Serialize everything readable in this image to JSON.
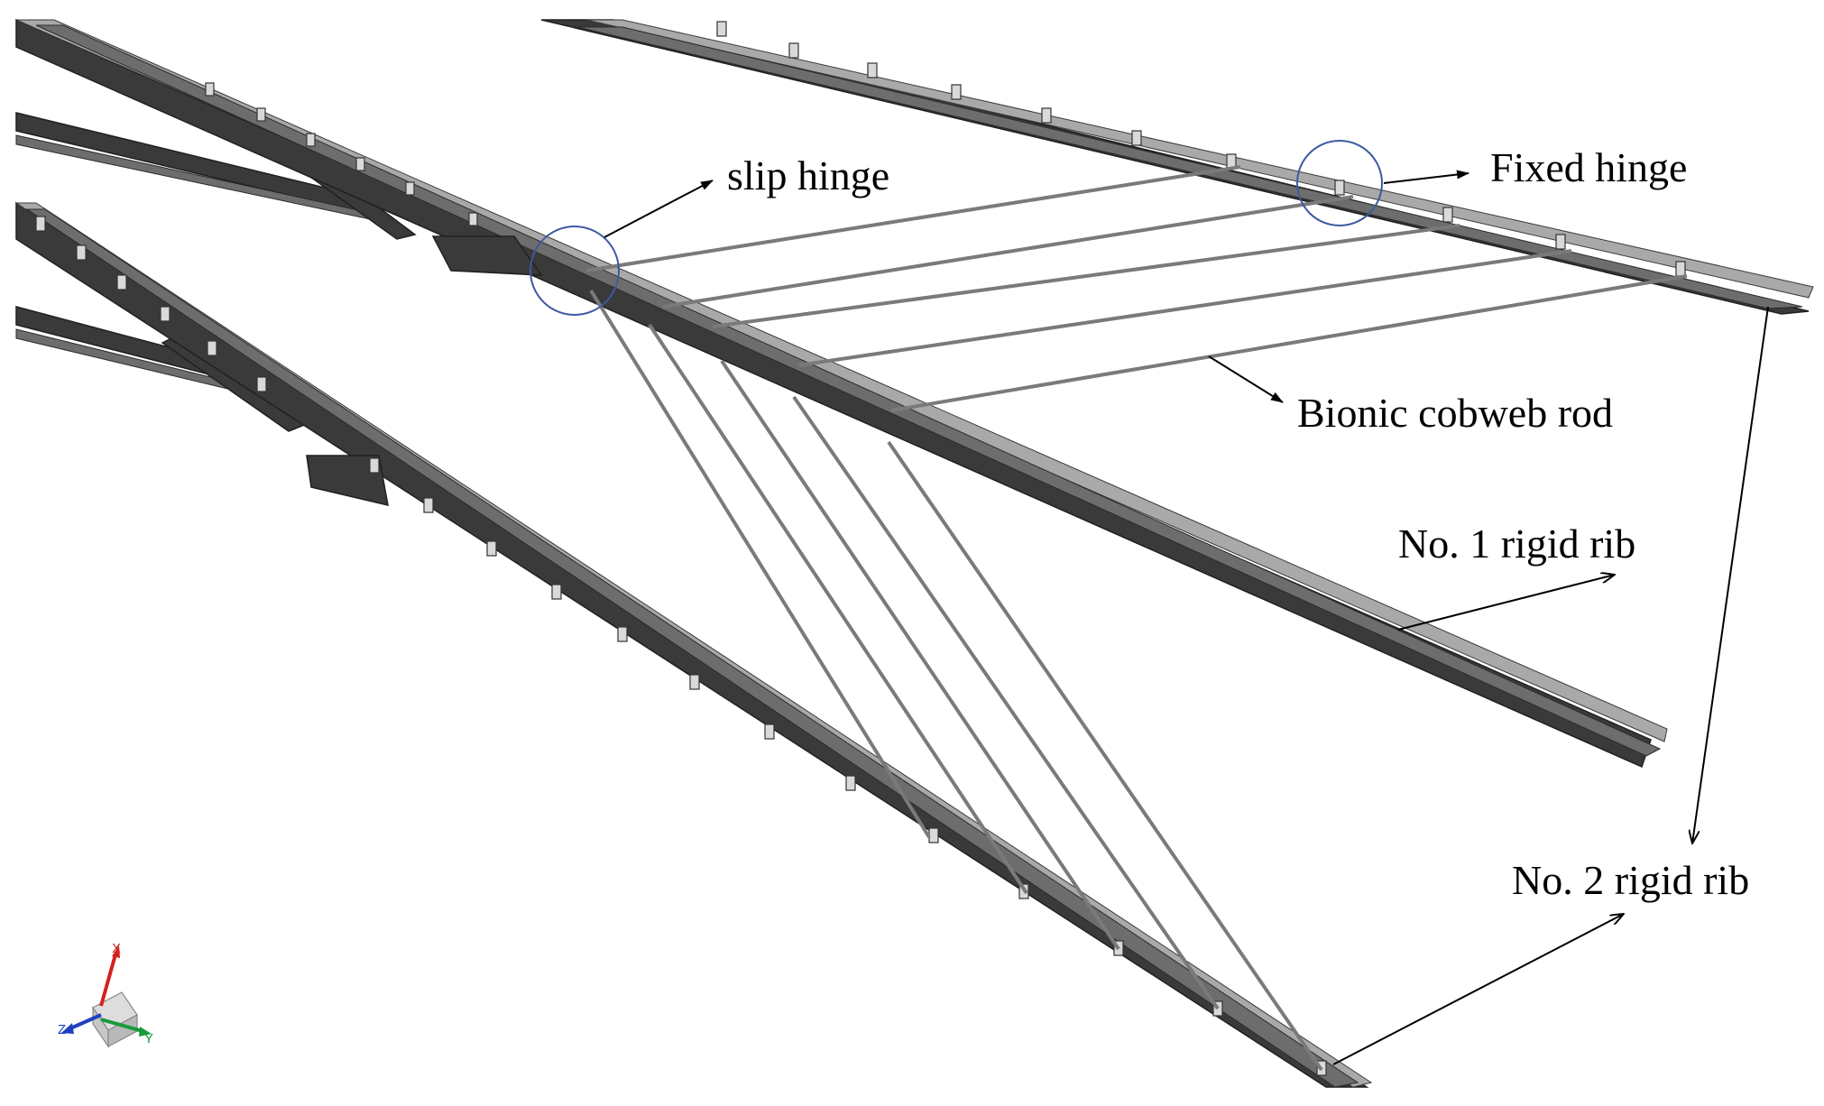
{
  "labels": {
    "slip_hinge": "slip hinge",
    "fixed_hinge": "Fixed hinge",
    "cobweb_rod": "Bionic cobweb rod",
    "rib1": "No. 1 rigid rib",
    "rib2": "No. 2 rigid rib"
  },
  "axis_triad": {
    "x": "X",
    "y": "Y",
    "z": "Z"
  },
  "colors": {
    "beam_dark": "#3a3a3a",
    "beam_light": "#a9a9a9",
    "hinge_circle": "#3c5aa0",
    "axis_x": "#d42020",
    "axis_y": "#1a9a3a",
    "axis_z": "#2040c0"
  },
  "icons": {
    "triad": "coordinate-axis-triad-icon",
    "hinge_marker": "circle-marker-icon",
    "arrow": "arrowhead-icon"
  }
}
